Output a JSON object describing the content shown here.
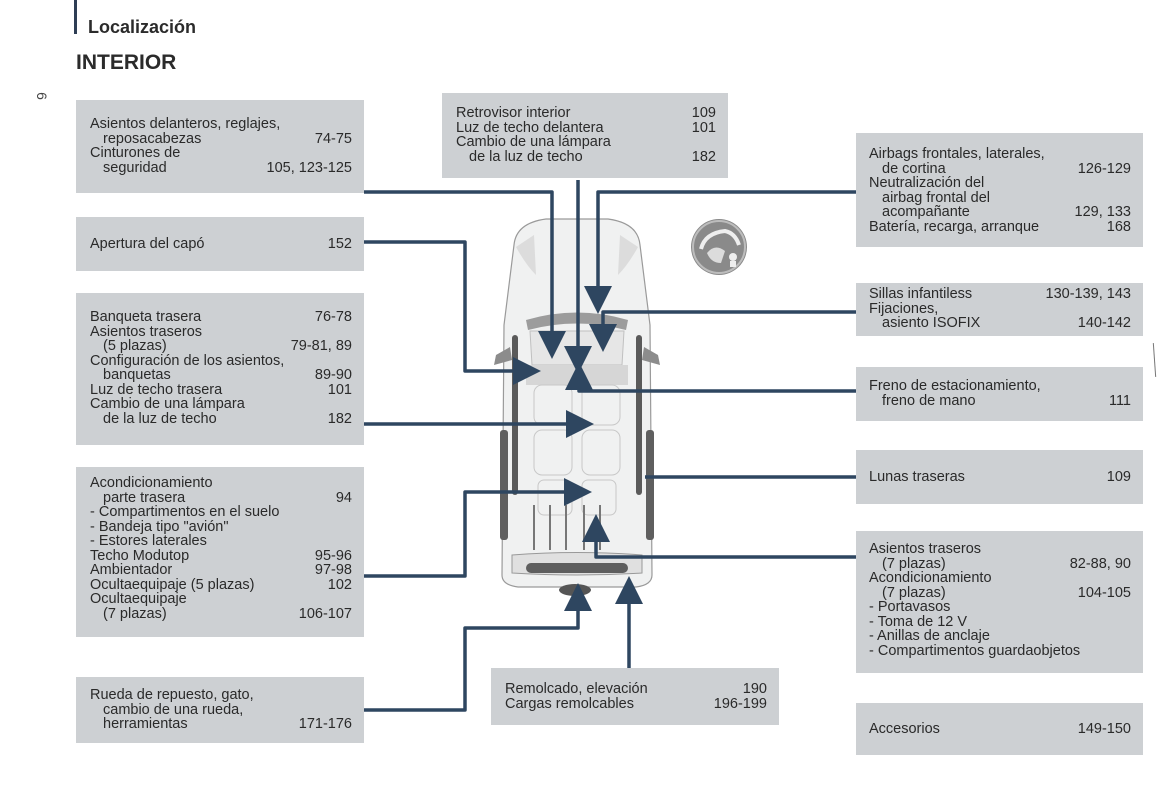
{
  "header": {
    "section": "Localización",
    "title": "INTERIOR",
    "page_number": "6"
  },
  "boxes": {
    "front_seats": [
      {
        "label": "Asientos delanteros, reglajes,",
        "page": ""
      },
      {
        "label": "reposacabezas",
        "page": "74-75",
        "indent": true
      },
      {
        "label": "Cinturones de",
        "page": ""
      },
      {
        "label": "seguridad",
        "page": "105, 123-125",
        "indent": true
      }
    ],
    "bonnet": [
      {
        "label": "Apertura del capó",
        "page": "152"
      }
    ],
    "rear_bench": [
      {
        "label": "Banqueta trasera",
        "page": "76-78"
      },
      {
        "label": "Asientos traseros",
        "page": ""
      },
      {
        "label": "(5 plazas)",
        "page": "79-81, 89",
        "indent": true
      },
      {
        "label": "Configuración de los asientos,",
        "page": ""
      },
      {
        "label": "banquetas",
        "page": "89-90",
        "indent": true
      },
      {
        "label": "Luz de techo trasera",
        "page": "101"
      },
      {
        "label": "Cambio de una lámpara",
        "page": ""
      },
      {
        "label": "de la luz de techo",
        "page": "182",
        "indent": true
      }
    ],
    "rear_fittings": [
      {
        "label": "Acondicionamiento",
        "page": ""
      },
      {
        "label": "parte trasera",
        "page": "94",
        "indent": true
      },
      {
        "label": "-  Compartimentos en el suelo",
        "page": ""
      },
      {
        "label": "-  Bandeja tipo \"avión\"",
        "page": ""
      },
      {
        "label": "-  Estores laterales",
        "page": ""
      },
      {
        "label": "Techo Modutop",
        "page": "95-96"
      },
      {
        "label": "Ambientador",
        "page": "97-98"
      },
      {
        "label": "Ocultaequipaje (5 plazas)",
        "page": "102"
      },
      {
        "label": "Ocultaequipaje",
        "page": ""
      },
      {
        "label": "(7 plazas)",
        "page": "106-107",
        "indent": true
      }
    ],
    "spare_wheel": [
      {
        "label": "Rueda de repuesto, gato,",
        "page": ""
      },
      {
        "label": "cambio de una rueda,",
        "page": "",
        "indent": true
      },
      {
        "label": "herramientas",
        "page": "171-176",
        "indent": true
      }
    ],
    "mirror": [
      {
        "label": "Retrovisor interior",
        "page": "109"
      },
      {
        "label": "Luz de techo delantera",
        "page": "101"
      },
      {
        "label": "Cambio de una lámpara",
        "page": ""
      },
      {
        "label": "de la luz de techo",
        "page": "182",
        "indent": true
      }
    ],
    "towing": [
      {
        "label": "Remolcado, elevación",
        "page": "190"
      },
      {
        "label": "Cargas remolcables",
        "page": "196-199"
      }
    ],
    "airbags": [
      {
        "label": "Airbags frontales, laterales,",
        "page": ""
      },
      {
        "label": "de cortina",
        "page": "126-129",
        "indent": true
      },
      {
        "label": "Neutralización del",
        "page": ""
      },
      {
        "label": "airbag frontal del",
        "page": "",
        "indent": true
      },
      {
        "label": "acompañante",
        "page": "129, 133",
        "indent": true
      },
      {
        "label": "Batería, recarga, arranque",
        "page": "168"
      }
    ],
    "child_seats": [
      {
        "label": "Sillas infantiless",
        "page": "130-139, 143"
      },
      {
        "label": "Fijaciones,",
        "page": ""
      },
      {
        "label": "asiento ISOFIX",
        "page": "140-142",
        "indent": true
      }
    ],
    "parking_brake": [
      {
        "label": "Freno de estacionamiento,",
        "page": ""
      },
      {
        "label": "freno de mano",
        "page": "111",
        "indent": true
      }
    ],
    "rear_windows": [
      {
        "label": "Lunas traseras",
        "page": "109"
      }
    ],
    "rear_seats_7": [
      {
        "label": "Asientos traseros",
        "page": ""
      },
      {
        "label": "(7 plazas)",
        "page": "82-88, 90",
        "indent": true
      },
      {
        "label": "Acondicionamiento",
        "page": ""
      },
      {
        "label": "(7 plazas)",
        "page": "104-105",
        "indent": true
      },
      {
        "label": "-  Portavasos",
        "page": ""
      },
      {
        "label": "-  Toma de 12 V",
        "page": ""
      },
      {
        "label": "-  Anillas de anclaje",
        "page": ""
      },
      {
        "label": "-  Compartimentos guardaobjetos",
        "page": ""
      }
    ],
    "accessories": [
      {
        "label": "Accesorios",
        "page": "149-150"
      }
    ]
  },
  "icons": {
    "airbag_warning": "airbag-child-seat-icon"
  },
  "colors": {
    "box_bg": "#cdd0d3",
    "connector": "#2e4660",
    "text": "#2a2a2a"
  }
}
